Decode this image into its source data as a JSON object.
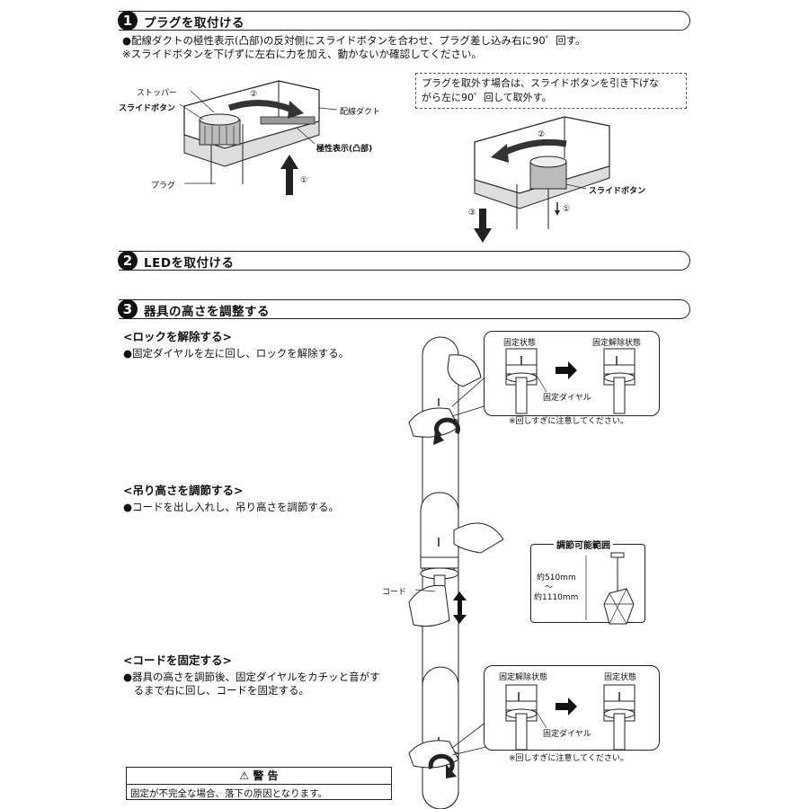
{
  "s1": {
    "num": "1",
    "title": "プラグを取付ける",
    "line1": "●配線ダクトの極性表示(凸部)の反対側にスライドボタンを合わせ、プラグ差し込み右に90゜回す。",
    "line2": "※スライドボタンを下げずに左右に力を加え、動かないか確認してください。",
    "labels": {
      "stopper": "ストッパー",
      "slide": "スライドボタン",
      "duct": "配線ダクト",
      "polarity": "極性表示(凸部)",
      "plug": "プラグ",
      "c1": "①",
      "c2": "②",
      "c3": "③",
      "slide2": "スライドボタン"
    },
    "note1": "プラグを取外す場合は、スライドボタンを引き下げな",
    "note2": "がら左に90゜回して取外す。"
  },
  "s2": {
    "num": "2",
    "title": "LEDを取付ける"
  },
  "s3": {
    "num": "3",
    "title": "器具の高さを調整する",
    "lock": {
      "heading": "<ロックを解除する>",
      "text": "●固定ダイヤルを左に回し、ロックを解除する。",
      "state_left": "固定状態",
      "state_right": "固定解除状態",
      "dial": "固定ダイヤル",
      "caution": "※回しすぎに注意してください。"
    },
    "height": {
      "heading": "<吊り高さを調節する>",
      "text": "●コードを出し入れし、吊り高さを調節する。",
      "cord": "コード",
      "range_title": "調節可能範囲",
      "min": "約510mm",
      "tilde": "～",
      "max": "約1110mm"
    },
    "fix": {
      "heading": "<コードを固定する>",
      "text1": "●器具の高さを調節後、固定ダイヤルをカチッと音がす",
      "text2": "　るまで右に回し、コードを固定する。",
      "state_left": "固定解除状態",
      "state_right": "固定状態",
      "dial": "固定ダイヤル",
      "caution": "※回しすぎに注意してください。"
    }
  },
  "warning": {
    "icon": "⚠",
    "title": "警 告",
    "text": "固定が不完全な場合、落下の原因となります。"
  }
}
